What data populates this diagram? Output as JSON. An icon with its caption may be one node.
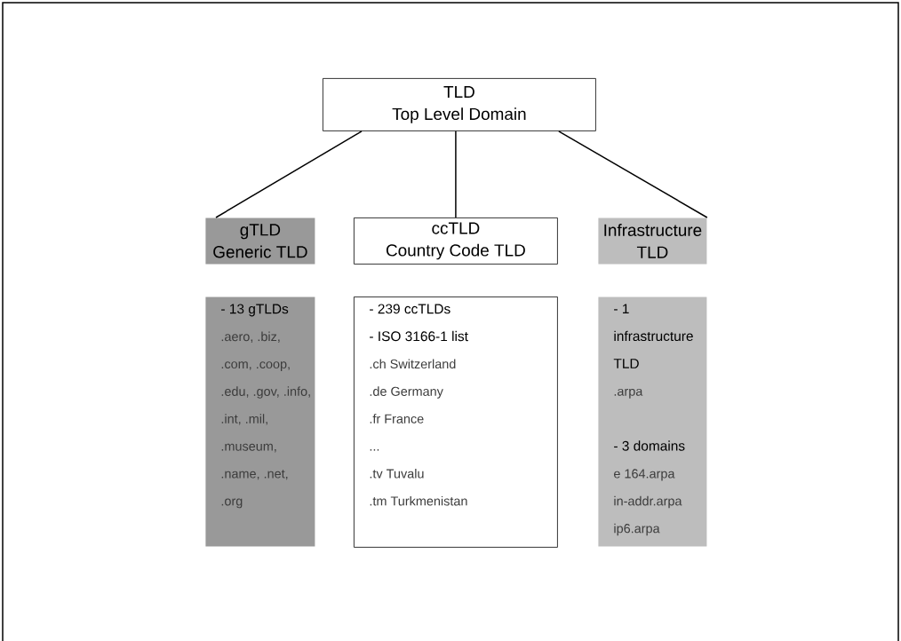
{
  "diagram": {
    "nodes": [
      {
        "text": [
          "TLD",
          "Top Level Domain"
        ]
      },
      {
        "text": [
          "gTLD",
          "Generic TLD"
        ]
      },
      {
        "text": [
          "ccTLD",
          "Country Code TLD"
        ]
      },
      {
        "text": [
          "Infrastructure TLD"
        ]
      },
      {
        "text": [
          "- 13 gTLDs",
          ".aero, .biz, .com, .coop, .edu, .gov, .info, .int, .mil, .museum, .name, .net, .org"
        ]
      },
      {
        "text": [
          "- 239 ccTLDs",
          "- ISO 3166-1 list",
          ".ch Switzerland",
          ".de Germany",
          ".fr France",
          "...",
          ".tv Tuvalu",
          ".tm Turkmenistan"
        ]
      },
      {
        "text": [
          "- 1 infrastructure TLD",
          ".arpa",
          "- 3 domains",
          "e 164.arpa",
          "in-addr.arpa",
          "ip6.arpa"
        ]
      }
    ],
    "edges": [
      {
        "from": 0,
        "to": 1,
        "arrow": "none"
      },
      {
        "from": 0,
        "to": 2,
        "arrow": "none"
      },
      {
        "from": 0,
        "to": 3,
        "arrow": "none"
      }
    ]
  }
}
